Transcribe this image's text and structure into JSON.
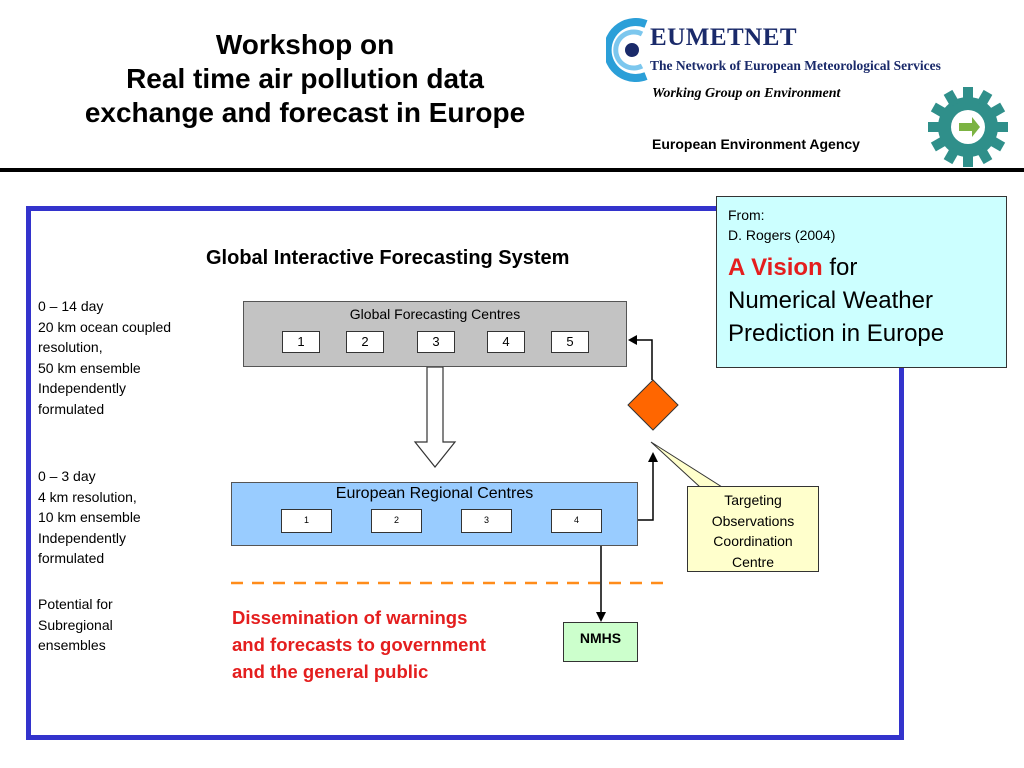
{
  "header": {
    "title_lines": [
      "Workshop on",
      "Real time air pollution data",
      "exchange and forecast in Europe"
    ],
    "logo_name": "EUMETNET",
    "logo_subtitle": "The Network of European Meteorological Services",
    "working_group": "Working Group on Environment",
    "agency": "European Environment Agency"
  },
  "diagram": {
    "title": "Global Interactive Forecasting System",
    "global_centres": {
      "label": "Global Forecasting Centres",
      "boxes": [
        "1",
        "2",
        "3",
        "4",
        "5"
      ]
    },
    "regional_centres": {
      "label": "European Regional Centres",
      "boxes": [
        "1",
        "2",
        "3",
        "4"
      ]
    },
    "notes": {
      "global": [
        "0 – 14 day",
        "20 km ocean coupled",
        "resolution,",
        "50 km ensemble",
        "Independently",
        "formulated"
      ],
      "regional": [
        "0 – 3 day",
        "4 km resolution,",
        "10 km ensemble",
        "Independently",
        "formulated"
      ],
      "subregional": [
        "Potential for",
        "Subregional",
        "ensembles"
      ]
    },
    "targeting": [
      "Targeting",
      "Observations",
      "Coordination",
      "Centre"
    ],
    "nmhs": "NMHS",
    "dissemination": [
      "Dissemination of warnings",
      "and forecasts to government",
      "and the general public"
    ]
  },
  "vision_box": {
    "from_lines": [
      "From:",
      "D. Rogers (2004)"
    ],
    "highlight": "A Vision",
    "rest_first": " for",
    "rest_lines": [
      "Numerical Weather",
      "Prediction in Europe"
    ]
  },
  "colors": {
    "frame": "#3333cc",
    "gfc_fill": "#c3c3c3",
    "erc_fill": "#99ccff",
    "targeting_fill": "#ffffcc",
    "nmhs_fill": "#ccffcc",
    "vision_fill": "#ccffff",
    "diamond": "#ff6600",
    "dash": "#ff8c1a",
    "accent_red": "#e41e1e"
  }
}
